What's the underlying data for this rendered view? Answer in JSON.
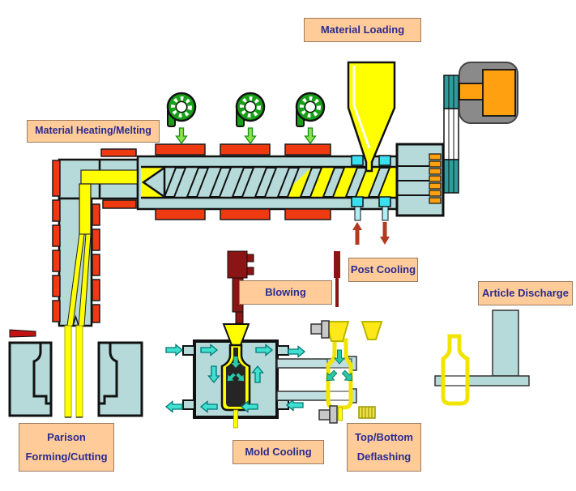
{
  "diagram": {
    "labels": {
      "material_loading": "Material Loading",
      "material_heating_melting": "Material Heating/Melting",
      "blowing": "Blowing",
      "post_cooling": "Post Cooling",
      "article_discharge": "Article Discharge",
      "parison_forming_line1": "Parison",
      "parison_forming_line2": "Forming/Cutting",
      "mold_cooling": "Mold Cooling",
      "deflashing_line1": "Top/Bottom",
      "deflashing_line2": "Deflashing"
    },
    "label_style": {
      "background": "#FFCC99",
      "border": "#9A7B5F",
      "text_color": "#2B2B8F"
    },
    "colors": {
      "machine_body": "#B5DAD9",
      "heater_band": "#EE3911",
      "molten_material": "#FFFF00",
      "fan_green": "#18A018",
      "air_arrow_green": "#8CE04C",
      "water_arrow_cyan": "#40E0D0",
      "deflash_arrow_teal": "#28C8A8",
      "belt_teal": "#2E9C9C",
      "motor_orange": "#FFA010",
      "motor_gray": "#8A8A8A",
      "blow_pin_maroon": "#8B1414",
      "water_fitting_cyan": "#38E0F0",
      "water_flow_red": "#B23A20",
      "knife_red": "#C21212"
    }
  }
}
